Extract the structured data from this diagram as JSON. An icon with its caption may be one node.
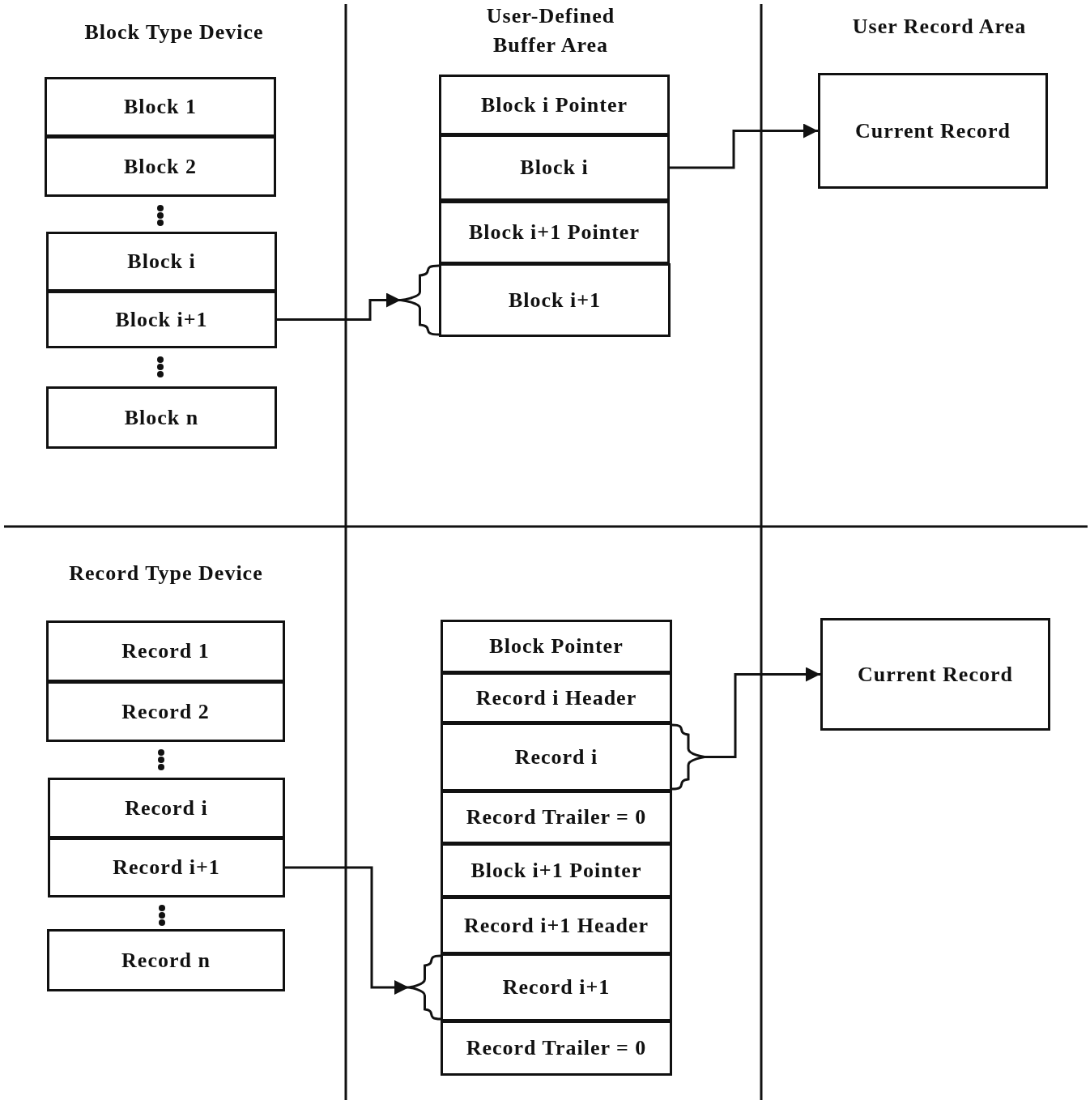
{
  "diagram": {
    "nodes": [
      {
        "text": [
          "Block 1"
        ]
      },
      {
        "text": [
          "Block 2"
        ]
      },
      {
        "text": [
          "Block i"
        ]
      },
      {
        "text": [
          "Block i+1"
        ]
      },
      {
        "text": [
          "Block n"
        ]
      },
      {
        "text": [
          "Block i Pointer"
        ]
      },
      {
        "text": [
          "Block i"
        ]
      },
      {
        "text": [
          "Block i+1 Pointer"
        ]
      },
      {
        "text": [
          "Block i+1"
        ]
      },
      {
        "text": [
          "Current Record"
        ]
      },
      {
        "text": [
          "Record 1"
        ]
      },
      {
        "text": [
          "Record 2"
        ]
      },
      {
        "text": [
          "Record i"
        ]
      },
      {
        "text": [
          "Record i+1"
        ]
      },
      {
        "text": [
          "Record n"
        ]
      },
      {
        "text": [
          "Block Pointer"
        ]
      },
      {
        "text": [
          "Record i Header"
        ]
      },
      {
        "text": [
          "Record i"
        ]
      },
      {
        "text": [
          "Record Trailer = 0"
        ]
      },
      {
        "text": [
          "Block i+1 Pointer"
        ]
      },
      {
        "text": [
          "Record i+1 Header"
        ]
      },
      {
        "text": [
          "Record i+1"
        ]
      },
      {
        "text": [
          "Record Trailer = 0"
        ]
      },
      {
        "text": [
          "Current Record"
        ]
      }
    ],
    "edges": [
      {
        "from": 3,
        "to": 8,
        "arrow": "to"
      },
      {
        "from": 6,
        "to": 9,
        "arrow": "to"
      },
      {
        "from": 17,
        "to": 23,
        "arrow": "to"
      },
      {
        "from": 13,
        "to": 21,
        "arrow": "to"
      }
    ],
    "labels": [
      "Block Type Device",
      "User-Defined Buffer Area",
      "User Record Area",
      "Record Type Device"
    ]
  }
}
